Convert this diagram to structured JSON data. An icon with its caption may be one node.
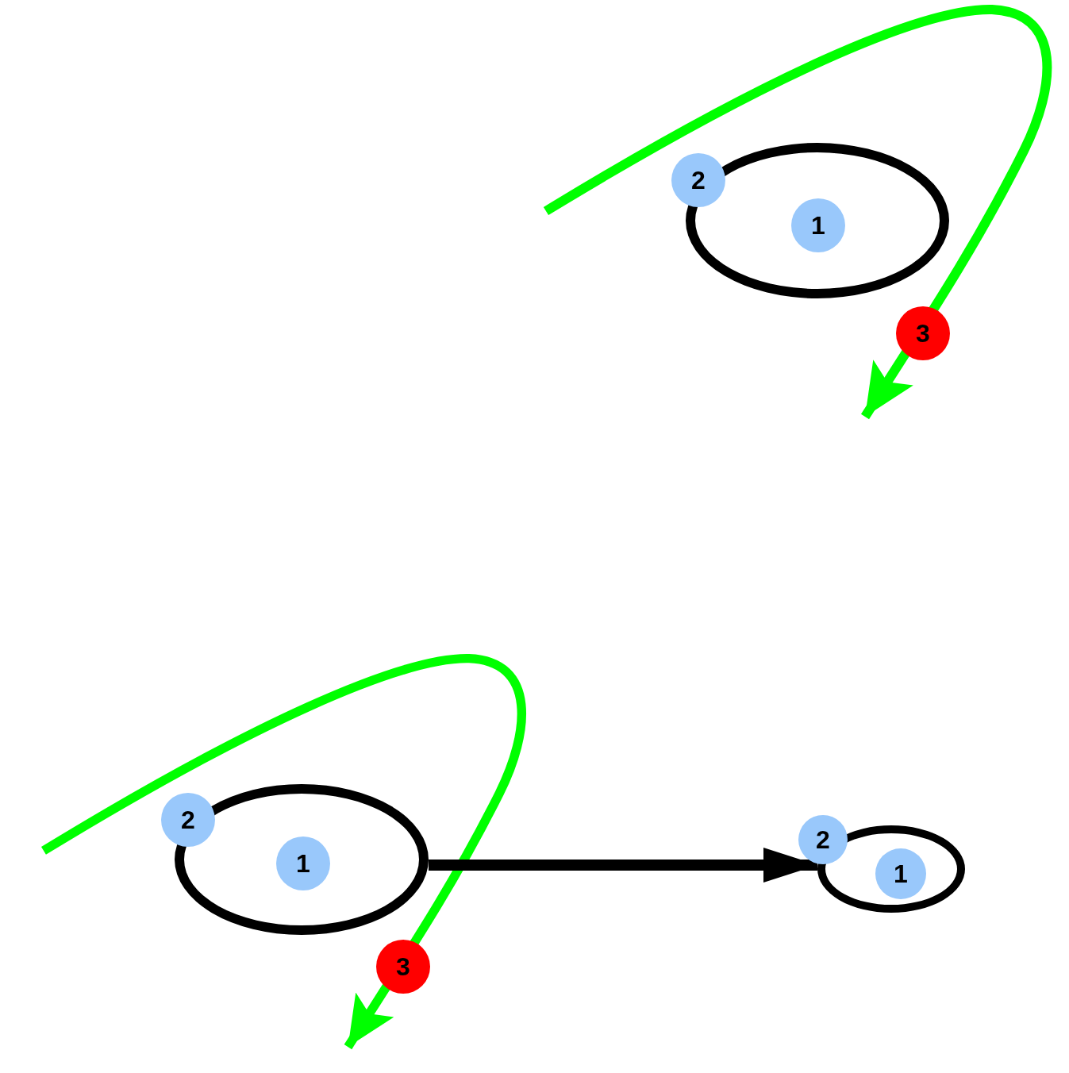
{
  "diagram": {
    "nodes": [
      {
        "text": [],
        "shape": "ellipse"
      },
      {
        "text": [
          "2"
        ]
      },
      {
        "text": [
          "1"
        ],
        "in": 0
      },
      {
        "text": [
          "3"
        ]
      },
      {
        "text": [],
        "shape": "ellipse"
      },
      {
        "text": [
          "2"
        ]
      },
      {
        "text": [
          "1"
        ],
        "in": 4
      },
      {
        "text": [
          "3"
        ]
      },
      {
        "text": [],
        "shape": "ellipse"
      },
      {
        "text": [
          "2"
        ]
      },
      {
        "text": [
          "1"
        ],
        "in": 8
      }
    ],
    "edges": [
      {
        "from": 4,
        "to": 8,
        "arrow": "to"
      }
    ]
  }
}
